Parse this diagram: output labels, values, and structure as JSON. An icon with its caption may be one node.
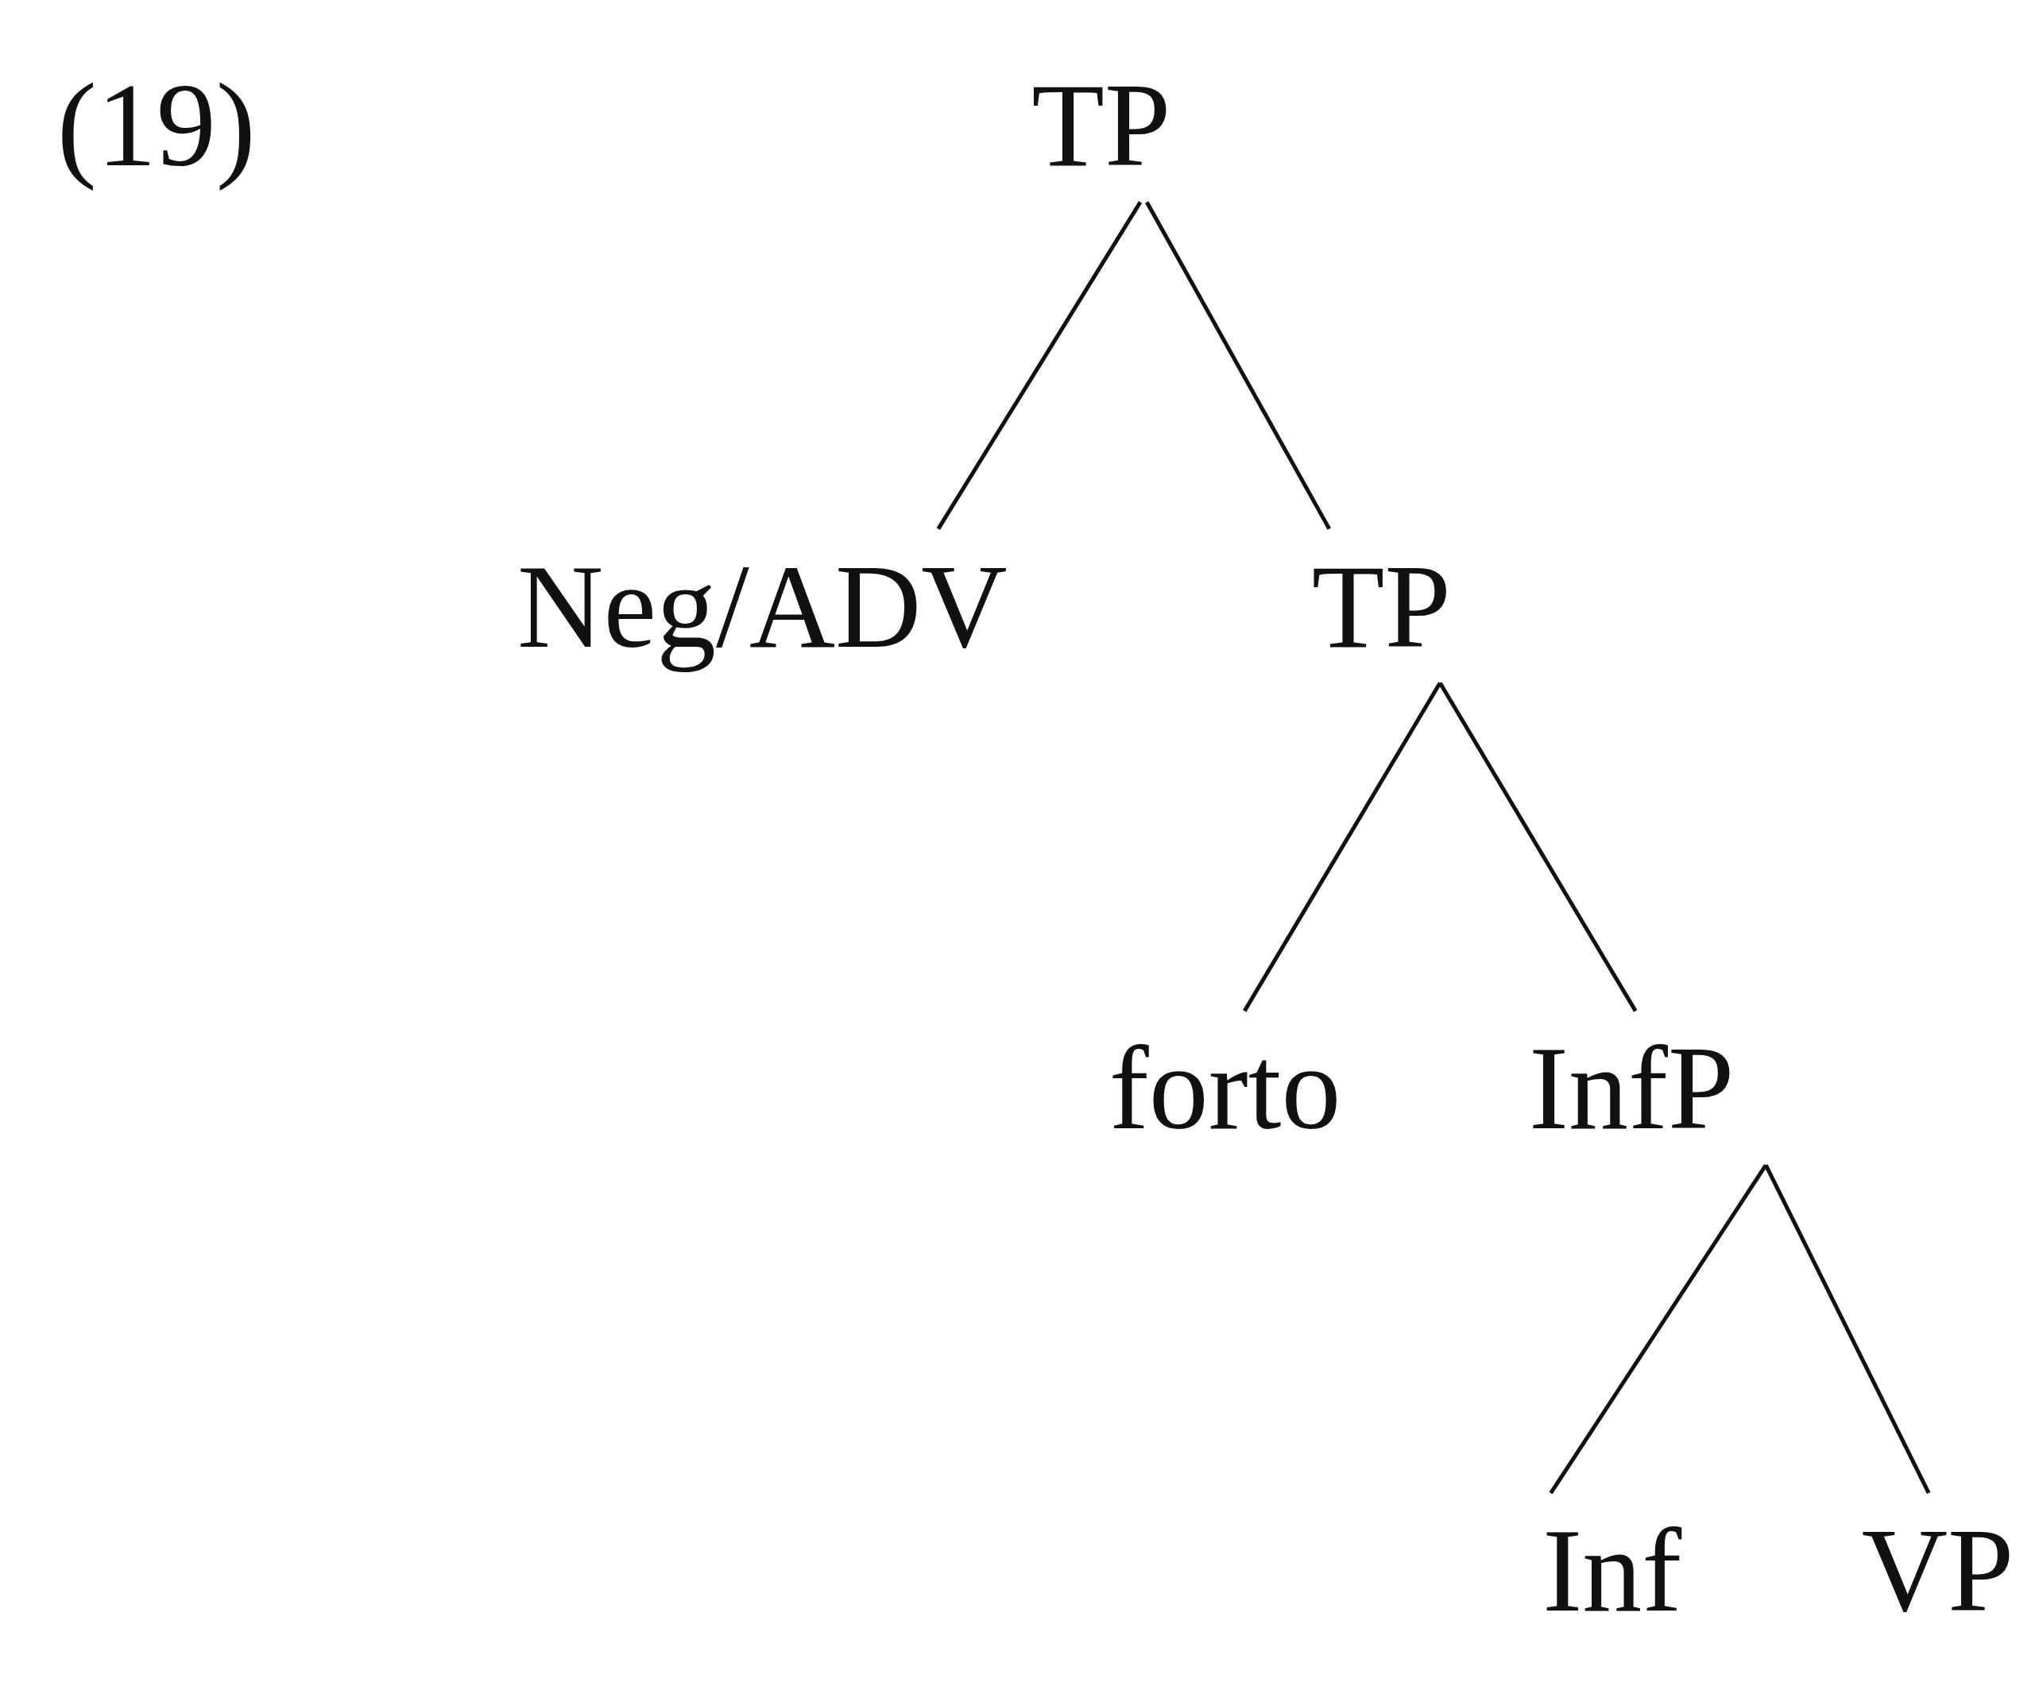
{
  "diagram": {
    "nodes": [
      {
        "text": [
          "TP"
        ]
      },
      {
        "text": [
          "Neg/ADV"
        ]
      },
      {
        "text": [
          "TP"
        ]
      },
      {
        "text": [
          "forto"
        ]
      },
      {
        "text": [
          "InfP"
        ]
      },
      {
        "text": [
          "Inf"
        ]
      },
      {
        "text": [
          "VP"
        ]
      }
    ],
    "edges": [
      {
        "from": 0,
        "to": 1,
        "arrow": "none"
      },
      {
        "from": 0,
        "to": 2,
        "arrow": "none"
      },
      {
        "from": 2,
        "to": 3,
        "arrow": "none"
      },
      {
        "from": 2,
        "to": 4,
        "arrow": "none"
      },
      {
        "from": 4,
        "to": 5,
        "arrow": "none"
      },
      {
        "from": 4,
        "to": 6,
        "arrow": "none"
      }
    ],
    "labels": [
      "(19)"
    ]
  }
}
